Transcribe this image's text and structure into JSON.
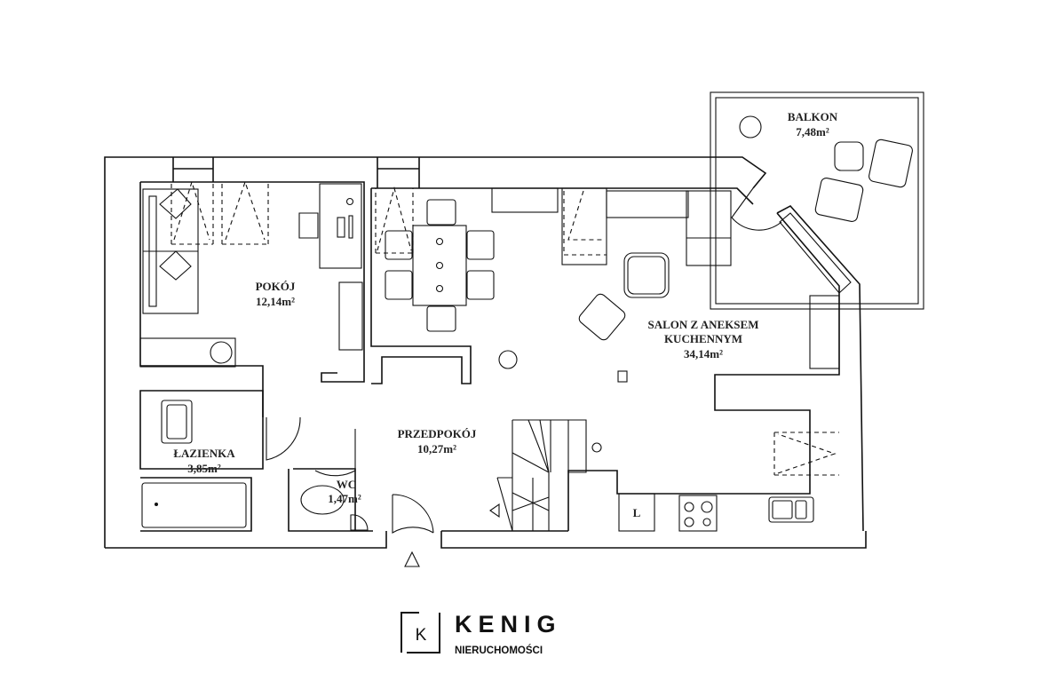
{
  "rooms": [
    {
      "name": "POKÓJ",
      "area": "12,14m²"
    },
    {
      "name": "SALON Z ANEKSEM",
      "name2": "KUCHENNYM",
      "area": "34,14m²"
    },
    {
      "name": "BALKON",
      "area": "7,48m²"
    },
    {
      "name": "ŁAZIENKA",
      "area": "3,85m²"
    },
    {
      "name": "PRZEDPOKÓJ",
      "area": "10,27m²"
    },
    {
      "name": "WC",
      "area": "1,47m²"
    }
  ],
  "fridge_label": "L",
  "logo": {
    "letter": "K",
    "name": "KENIG",
    "subtitle": "NIERUCHOMOŚCI"
  },
  "colors": {
    "line": "#111111",
    "background": "#ffffff"
  }
}
